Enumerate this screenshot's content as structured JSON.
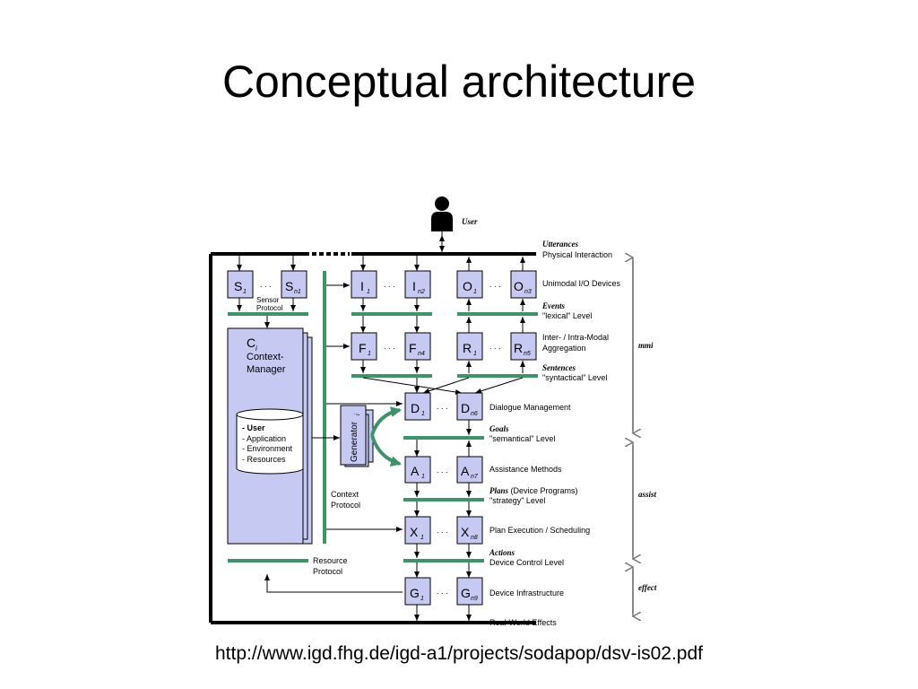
{
  "slide": {
    "title": "Conceptual architecture",
    "source_url": "http://www.igd.fhg.de/igd-a1/projects/sodapop/dsv-is02.pdf"
  },
  "diagram": {
    "user_label": "User",
    "modules": {
      "s1": "S",
      "sn": "S",
      "i1": "I",
      "in": "I",
      "o1": "O",
      "on": "O",
      "f1": "F",
      "fn": "F",
      "r1": "R",
      "rn": "R",
      "d1": "D",
      "dn": "D",
      "a1": "A",
      "an": "A",
      "x1": "X",
      "xn": "X",
      "g1": "G",
      "gn": "G",
      "dots": ". . ."
    },
    "subscripts": {
      "s1": "1",
      "sn": "n1",
      "i1": "1",
      "in": "n2",
      "o1": "1",
      "on": "n3",
      "f1": "1",
      "fn": "n4",
      "r1": "1",
      "rn": "n5",
      "d1": "1",
      "dn": "n6",
      "a1": "1",
      "an": "n7",
      "x1": "1",
      "xn": "n8",
      "g1": "1",
      "gn": "n9"
    },
    "sensor_protocol": [
      "Sensor",
      "Protocol"
    ],
    "context_manager": {
      "symbol": "C",
      "sub": "i",
      "line1": "Context-",
      "line2": "Manager"
    },
    "database_items": [
      "- User",
      "- Application",
      "- Environment",
      "- Resources"
    ],
    "generator": {
      "label": "Generator",
      "sub": "i"
    },
    "context_protocol": [
      "Context",
      "Protocol"
    ],
    "resource_protocol": [
      "Resource",
      "Protocol"
    ],
    "right_labels": {
      "utterances": "Utterances",
      "physical": "Physical Interaction",
      "unimodal": "Unimodal I/O Devices",
      "events": "Events",
      "lexical": "\"lexical\" Level",
      "inter_intra": "Inter- / Intra-Modal",
      "aggregation": "Aggregation",
      "sentences": "Sentences",
      "syntactical": "\"syntactical\" Level",
      "dialogue": "Dialogue Management",
      "goals": "Goals",
      "semantical": "\"semantical\" Level",
      "assistance": "Assistance Methods",
      "plans": "Plans",
      "device_programs": " (Device Programs)",
      "strategy": "\"strategy\" Level",
      "plan_exec": "Plan Execution / Scheduling",
      "actions": "Actions",
      "device_control": "Device Control Level",
      "device_infra": "Device Infrastructure",
      "real_world": "Real-World Effects"
    },
    "brackets": {
      "mmi": "mmi",
      "assist": "assist",
      "effect": "effect"
    }
  }
}
